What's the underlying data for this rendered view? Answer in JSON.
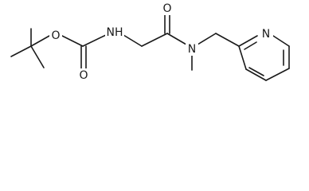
{
  "molecule": {
    "atoms": {
      "ester_oxygen": "O",
      "carbamate_nh": "NH",
      "carbonyl_oxygen": "O",
      "amide_nitrogen": "N",
      "pyridine_nitrogen": "N"
    }
  }
}
